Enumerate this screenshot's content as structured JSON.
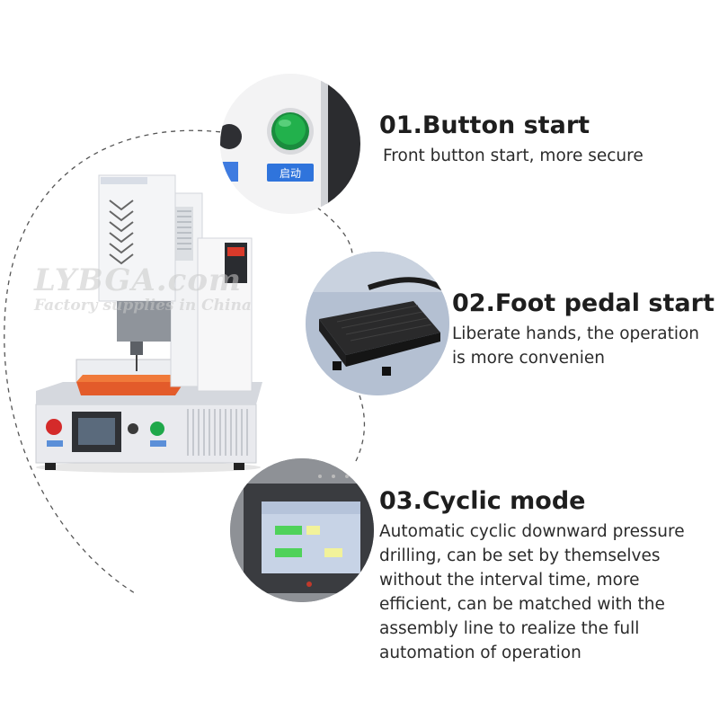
{
  "features": [
    {
      "title": "01.Button start",
      "desc_lines": [
        "Front button start, more secure"
      ]
    },
    {
      "title": "02.Foot pedal start",
      "desc_lines": [
        "Liberate hands, the operation",
        "is more convenien"
      ]
    },
    {
      "title": "03.Cyclic mode",
      "desc_lines": [
        "Automatic cyclic downward pressure",
        "drilling, can be set by themselves",
        "without the interval time, more",
        "efficient, can be matched with the",
        "assembly line to realize the full",
        "automation of operation"
      ]
    }
  ],
  "watermark": {
    "line1": "LYBGA.com",
    "line2": "Factory supplies in China"
  },
  "closeup_button_label": "启动",
  "colors": {
    "start_button": "#1fa84a",
    "stop_button": "#d42a2a",
    "accent_blue": "#2a6fd6",
    "screen_green": "#4fd25a"
  }
}
